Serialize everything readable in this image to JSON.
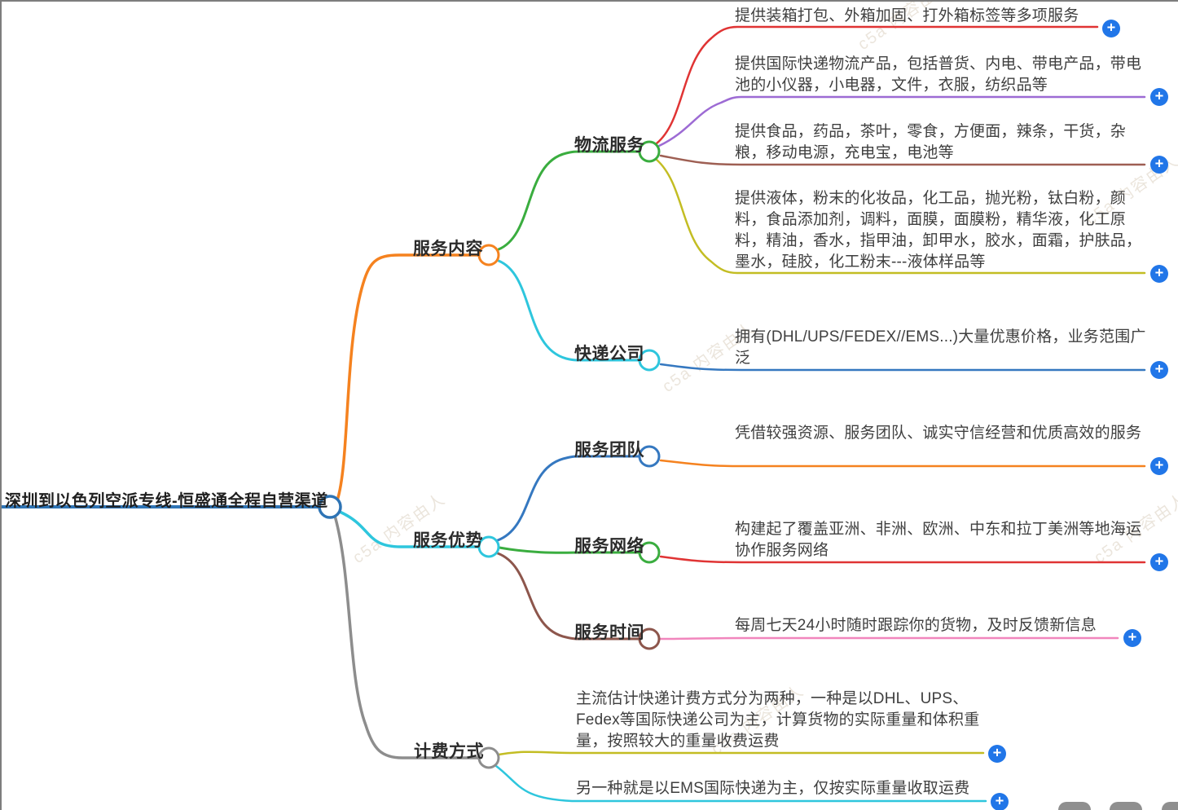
{
  "root": {
    "label": "深圳到以色列空派专线-恒盛通全程自营渠道",
    "color": "#2e74b5"
  },
  "branches": [
    {
      "label": "服务内容",
      "color": "#f5821f",
      "children": [
        {
          "label": "物流服务",
          "color": "#3aad3f",
          "leaves": [
            {
              "text": "提供装箱打包、外箱加固、打外箱标签等多项服务",
              "color": "#e03434"
            },
            {
              "text": "提供国际快递物流产品，包括普货、内电、带电产品，带电池的小仪器，小电器，文件，衣服，纺织品等",
              "color": "#9d6bd4"
            },
            {
              "text": "提供食品，药品，茶叶，零食，方便面，辣条，干货，杂粮，移动电源，充电宝，电池等",
              "color": "#9e5f53"
            },
            {
              "text": "提供液体，粉末的化妆品，化工品，抛光粉，钛白粉，颜料，食品添加剂，调料，面膜，面膜粉，精华液，化工原料，精油，香水，指甲油，卸甲水，胶水，面霜，护肤品，墨水，硅胶，化工粉末---液体样品等",
              "color": "#c3bd23"
            }
          ]
        },
        {
          "label": "快递公司",
          "color": "#2ec6dd",
          "leaves": [
            {
              "text": "拥有(DHL/UPS/FEDEX//EMS...)大量优惠价格，业务范围广泛",
              "color": "#3578c0"
            }
          ]
        }
      ]
    },
    {
      "label": "服务优势",
      "color": "#2ec6dd",
      "children": [
        {
          "label": "服务团队",
          "color": "#3578c0",
          "leaves": [
            {
              "text": "凭借较强资源、服务团队、诚实守信经营和优质高效的服务",
              "color": "#f5821f"
            }
          ]
        },
        {
          "label": "服务网络",
          "color": "#3aad3f",
          "leaves": [
            {
              "text": "构建起了覆盖亚洲、非洲、欧洲、中东和拉丁美洲等地海运协作服务网络",
              "color": "#e03434"
            }
          ]
        },
        {
          "label": "服务时间",
          "color": "#8d564c",
          "leaves": [
            {
              "text": "每周七天24小时随时跟踪你的货物，及时反馈新信息",
              "color": "#f186bd"
            }
          ]
        }
      ]
    },
    {
      "label": "计费方式",
      "color": "#8d8d8d",
      "leaves": [
        {
          "text": "主流估计快递计费方式分为两种，一种是以DHL、UPS、Fedex等国际快递公司为主，计算货物的实际重量和体积重量，按照较大的重量收费运费",
          "color": "#c3bd23"
        },
        {
          "text": "另一种就是以EMS国际快递为主，仅按实际重量收取运费",
          "color": "#2ec6dd"
        }
      ]
    }
  ],
  "icons": {
    "plus": "+"
  },
  "colors": {
    "plus_blue": "#2176e8",
    "pill_gray": "#8f8f8f",
    "node_fill": "#ffffff"
  },
  "watermark": "c5a 内容由人"
}
